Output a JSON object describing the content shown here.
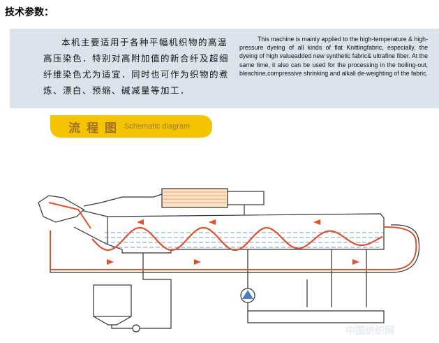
{
  "title": "技术参数：",
  "description_zh": [
    "本机主要适用于各种平幅机织物的高温",
    "高压染色．特别对高附加值的新合纤及超细",
    "纤维染色尤为适宜．同时也可作为织物的煮",
    "炼、漂白、预缩、碱减量等加工．"
  ],
  "description_en": "This machine is mainly applied to the high-temperature & high-pressure dyeing of all kinds of flat Knittingfabric, especially, the dyeing of high valueadded new synthetic fabric& ultrafine fiber. At the same time, it also can be used for the processing in the boiling-out, bleachine,compressive shrinking and alkali de-weighting of the fabric.",
  "banner": {
    "zh": "流程图",
    "en": "Schematic diagram"
  },
  "watermark": "中国纺织网",
  "colors": {
    "fabric": "#e0502a",
    "liquor": "#4a7cc0",
    "panel": "#dbe4ec",
    "banner": "#f5c400"
  }
}
